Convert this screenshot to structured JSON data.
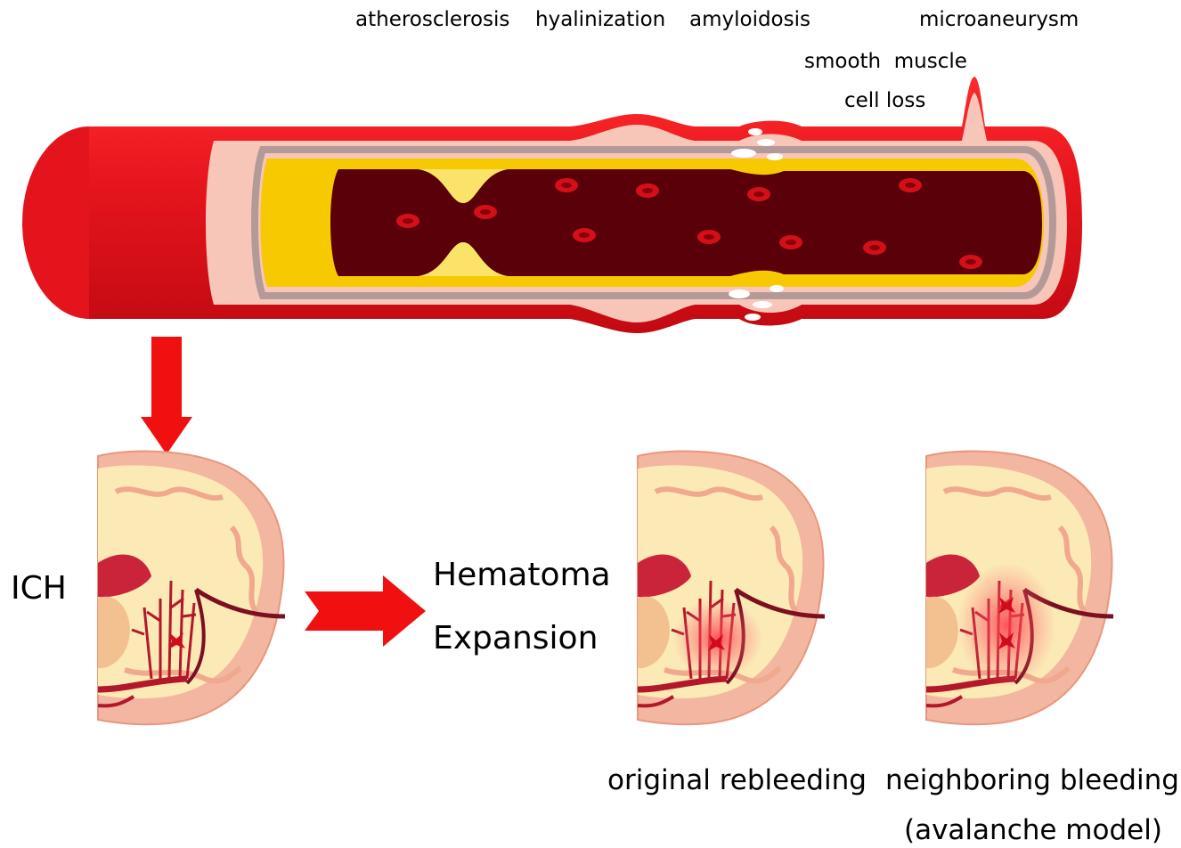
{
  "vessel_labels": {
    "atherosclerosis": "atherosclerosis",
    "hyalinization": "hyalinization",
    "amyloidosis": "amyloidosis",
    "microaneurysm": "microaneurysm",
    "smooth_muscle": "smooth  muscle",
    "cell_loss": "cell loss"
  },
  "stage_labels": {
    "ich": "ICH",
    "hematoma_line1": "Hematoma",
    "hematoma_line2": "Expansion"
  },
  "captions": {
    "original": "original rebleeding",
    "neighboring": "neighboring bleeding",
    "model": "(avalanche model)"
  },
  "colors": {
    "vessel_red": "#e2121b",
    "lumen_dark": "#5a0008",
    "plaque_yellow": "#f7c900",
    "arrow_red": "#f01010",
    "brain_cortex": "#f3b6a0",
    "brain_white": "#fbe9b6"
  }
}
